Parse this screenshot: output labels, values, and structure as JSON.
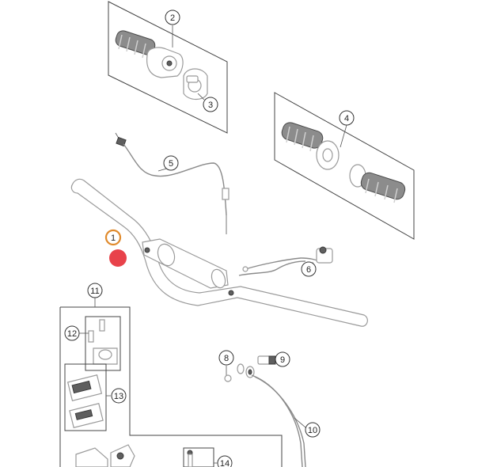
{
  "diagram": {
    "callouts": [
      {
        "id": "1",
        "label": "1",
        "highlighted": true
      },
      {
        "id": "2",
        "label": "2"
      },
      {
        "id": "3",
        "label": "3"
      },
      {
        "id": "4",
        "label": "4"
      },
      {
        "id": "5",
        "label": "5"
      },
      {
        "id": "6",
        "label": "6"
      },
      {
        "id": "8",
        "label": "8"
      },
      {
        "id": "9",
        "label": "9"
      },
      {
        "id": "10",
        "label": "10"
      },
      {
        "id": "11",
        "label": "11"
      },
      {
        "id": "12",
        "label": "12"
      },
      {
        "id": "13",
        "label": "13"
      },
      {
        "id": "14",
        "label": "14"
      }
    ],
    "colors": {
      "highlight_ring": "#e08a2c",
      "cursor_marker": "#e8424a",
      "line": "#333333",
      "part_outline": "#9a9a9a"
    }
  }
}
